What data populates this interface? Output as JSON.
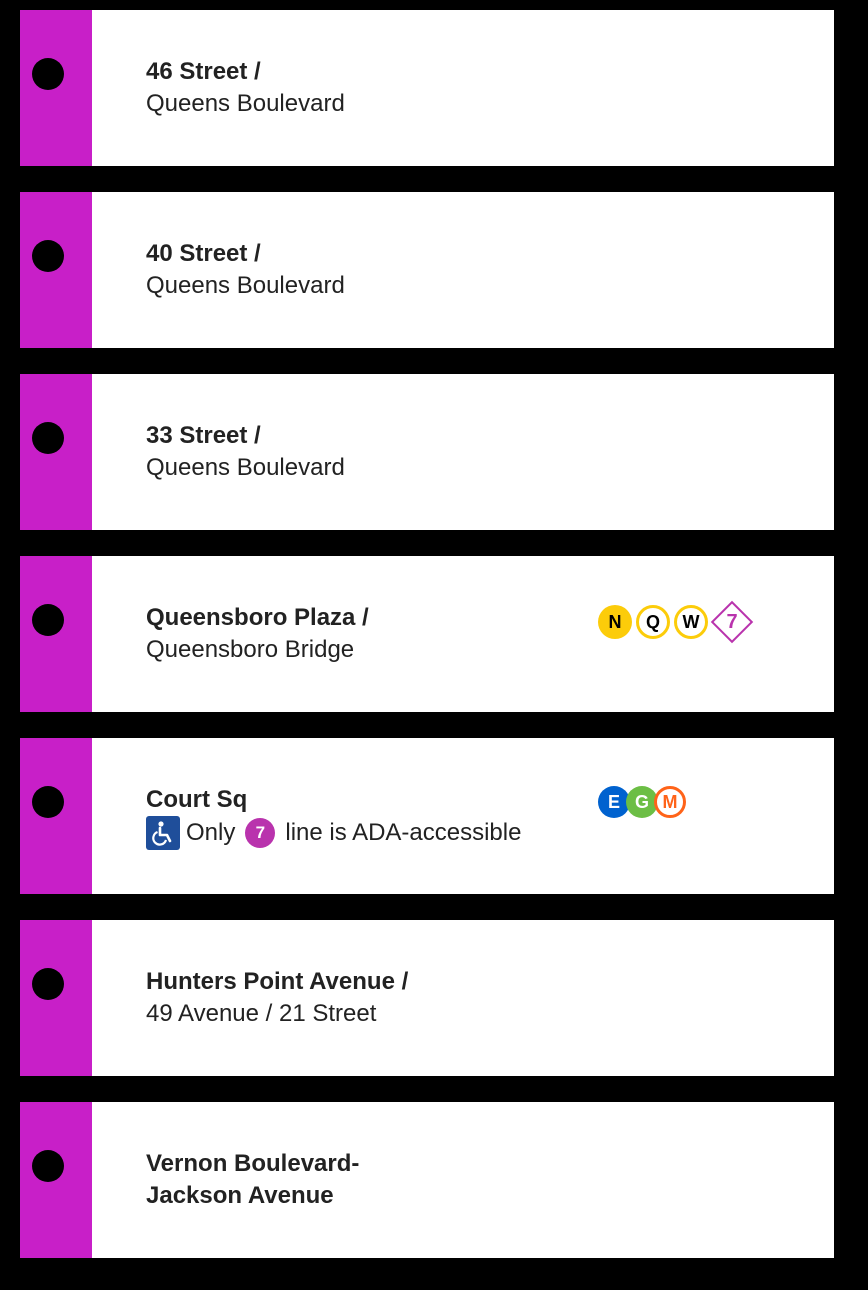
{
  "colors": {
    "line_strip": "#c81fc8",
    "background": "#000000",
    "card": "#ffffff",
    "text": "#222222"
  },
  "stops": [
    {
      "name": "46 Street /",
      "sub": "Queens Boulevard"
    },
    {
      "name": "40 Street /",
      "sub": "Queens Boulevard"
    },
    {
      "name": "33 Street /",
      "sub": "Queens Boulevard"
    },
    {
      "name": "Queensboro Plaza /",
      "sub": "Queensboro Bridge",
      "transfers": [
        {
          "label": "N",
          "style": "solid",
          "color": "#fccc0a"
        },
        {
          "label": "Q",
          "style": "ring",
          "color": "#fccc0a"
        },
        {
          "label": "W",
          "style": "ring",
          "color": "#fccc0a"
        },
        {
          "label": "7",
          "style": "diamond",
          "color": "#b933ad"
        }
      ]
    },
    {
      "name": "Court Sq",
      "ada": {
        "prefix": "Only",
        "route": "7",
        "suffix": "line is ADA-accessible",
        "icon": "wheelchair-icon",
        "route_color": "#b933ad"
      },
      "transfers": [
        {
          "label": "E",
          "style": "solid",
          "color": "#0062cf"
        },
        {
          "label": "G",
          "style": "solid",
          "color": "#6cbe45"
        },
        {
          "label": "M",
          "style": "ring",
          "color": "#ff6319"
        }
      ]
    },
    {
      "name": "Hunters Point Avenue /",
      "sub": "49 Avenue / 21 Street"
    },
    {
      "name": "Vernon Boulevard-",
      "name2": "Jackson Avenue"
    }
  ]
}
